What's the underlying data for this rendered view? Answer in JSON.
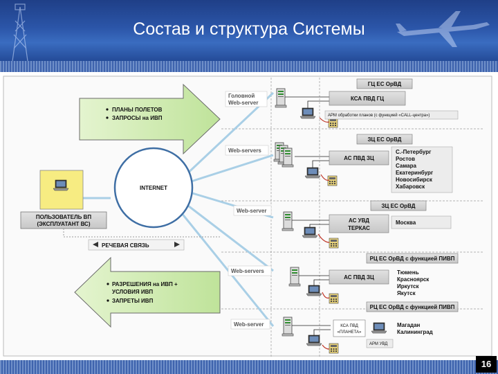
{
  "header": {
    "title": "Состав и структура Системы"
  },
  "page_number": "16",
  "left_panel": {
    "top_arrow_items": [
      "ПЛАНЫ ПОЛЕТОВ",
      "ЗАПРОСЫ на ИВП"
    ],
    "bottom_arrow_items": [
      "РАЗРЕШЕНИЯ на ИВП +",
      "УСЛОВИЯ ИВП",
      "ЗАПРЕТЫ ИВП"
    ],
    "user_lines": [
      "ПОЛЬЗОВАТЕЛЬ ВП",
      "(ЭКСПЛУАТАНТ ВС)"
    ],
    "voice_label": "РЕЧЕВАЯ СВЯЗЬ",
    "internet_label": "INTERNET"
  },
  "servers": {
    "s1": [
      "Головной",
      "Web-server"
    ],
    "s2": "Web-servers",
    "s3": "Web-server",
    "s4": "Web-servers",
    "s5": "Web-server"
  },
  "centers": {
    "gc": {
      "title": "ГЦ ЕС ОрВД",
      "system": "КСА ПВД ГЦ",
      "arm_label": "АРМ обработки планов (с функцией «CALL-центра»)"
    },
    "zc": {
      "title": "ЗЦ ЕС ОрВД",
      "system": "АС ПВД ЗЦ",
      "cities": [
        "С.-Петербург",
        "Ростов",
        "Самара",
        "Екатеринбург",
        "Новосибирск",
        "Хабаровск"
      ]
    },
    "zc_moscow": {
      "title": "ЗЦ ЕС ОрВД",
      "system_lines": [
        "АС УВД",
        "ТЕРКАС"
      ],
      "city": "Москва"
    },
    "rc1": {
      "title": "РЦ ЕС ОрВД с функцией ПИВП",
      "system": "АС ПВД ЗЦ",
      "cities": [
        "Тюмень",
        "Красноярск",
        "Иркутск",
        "Якутск"
      ]
    },
    "rc2": {
      "title": "РЦ ЕС ОрВД с функцией ПИВП",
      "system_lines": [
        "КСА ПВД",
        "«ПЛАНЕТА»"
      ],
      "arm_label": "АРМ УВД",
      "cities": [
        "Магадан",
        "Калининград"
      ]
    }
  }
}
